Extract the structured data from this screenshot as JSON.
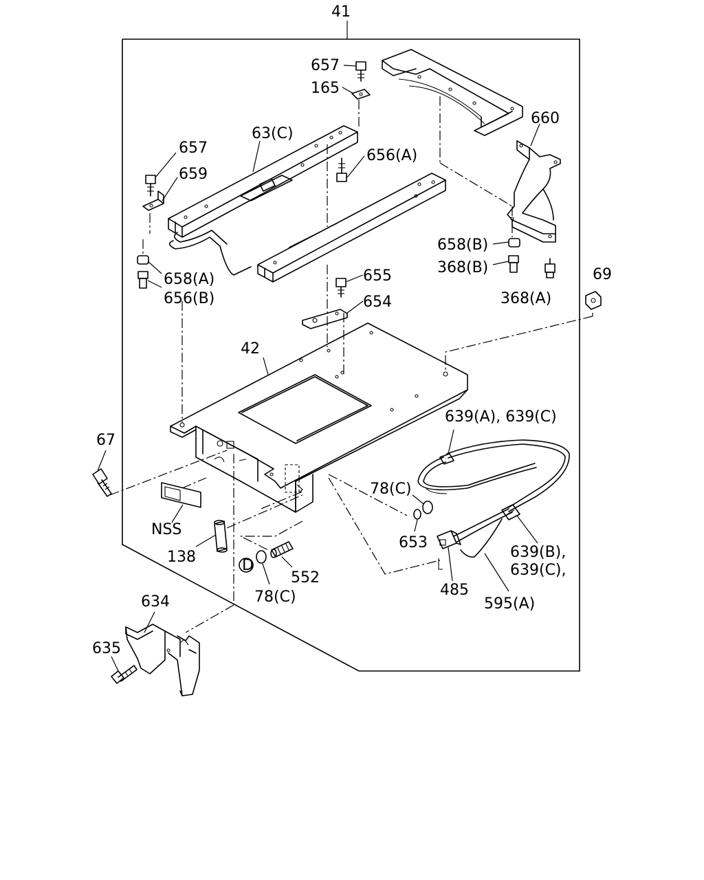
{
  "labels": {
    "assembly": "41",
    "bolt_657_top": "657",
    "washer_165": "165",
    "rail_63c": "63(C)",
    "bolt_656a": "656(A)",
    "bolt_657_left": "657",
    "bracket_659": "659",
    "bracket_660": "660",
    "nut_658b": "658(B)",
    "bolt_368b": "368(B)",
    "bolt_368a": "368(A)",
    "nut_658a": "658(A)",
    "bolt_656b": "656(B)",
    "bolt_655": "655",
    "plate_654": "654",
    "nut_69": "69",
    "base_42": "42",
    "bolt_67": "67",
    "harness_639ac": "639(A), 639(C)",
    "ring_78c_right": "78(C)",
    "ring_653": "653",
    "label_nss": "NSS",
    "sleeve_138": "138",
    "clip_639b": "639(B),",
    "clip_639c": "639(C),",
    "marker_d": "D",
    "fitting_552": "552",
    "ring_78c_bottom": "78(C)",
    "connector_485": "485",
    "wire_595a": "595(A)",
    "cover_634": "634",
    "screw_635": "635"
  }
}
